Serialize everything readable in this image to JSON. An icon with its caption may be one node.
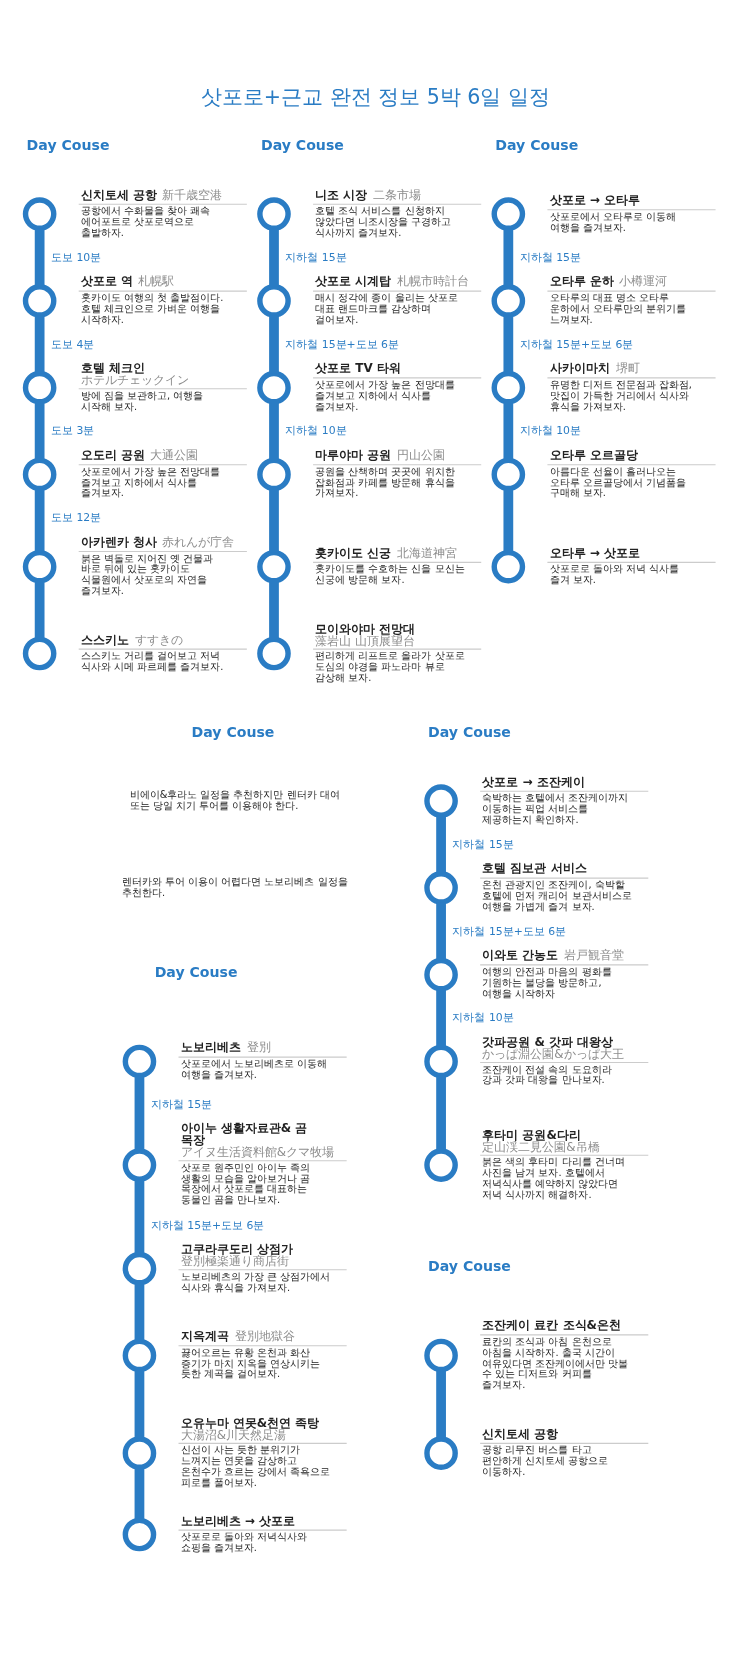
{
  "diagram": {
    "title": "삿포로+근교 완전 정보 5박 6일 일정",
    "nodes": [
      {
        "text": [],
        "shape": "circle",
        "beside": [
          "신치토세 공항",
          "新千歳空港",
          "공항에서 수화물을 찾아 쾌속 에어포트로 삿포로역으로 출발하자."
        ]
      },
      {
        "text": [],
        "shape": "circle",
        "beside": [
          "삿포로 역",
          "札幌駅",
          "홋카이도 여행의 첫 출발점이다. 호텔 체크인으로 가벼운 여행을 시작하자."
        ]
      },
      {
        "text": [],
        "shape": "circle",
        "beside": [
          "호텔 체크인",
          "ホテルチェックイン",
          "방에 짐을 보관하고, 여행을 시작해 보자."
        ]
      },
      {
        "text": [],
        "shape": "circle",
        "beside": [
          "오도리 공원",
          "大通公園",
          "삿포로에서 가장 높은 전망대를 즐겨보고 지하에서 식사를 즐겨보자."
        ]
      },
      {
        "text": [],
        "shape": "circle",
        "beside": [
          "아카렌카 청사",
          "赤れんが庁舎",
          "붉은 벽돌로 지어진 옛 건물과 바로 뒤에 있는 홋카이도 식물원에서 삿포로의 자연을 즐겨보자."
        ]
      },
      {
        "text": [],
        "shape": "circle",
        "beside": [
          "스스키노",
          "すすきの",
          "스스키노 거리를 걸어보고 저녁 식사와 시메 파르페를 즐겨보자."
        ]
      },
      {
        "text": [],
        "shape": "circle",
        "beside": [
          "니조 시장",
          "二条市場",
          "호텔 조식 서비스를 신청하지 않았다면 니조시장을 구경하고 식사까지 즐겨보자."
        ]
      },
      {
        "text": [],
        "shape": "circle",
        "beside": [
          "삿포로 시계탑",
          "札幌市時計台",
          "매시 정각에 종이 울리는 삿포로 대표 랜드마크를 감상하며 걸어보자."
        ]
      },
      {
        "text": [],
        "shape": "circle",
        "beside": [
          "삿포로 TV 타워",
          "삿포로에서 가장 높은 전망대를 즐겨보고 지하에서 식사를 즐겨보자."
        ]
      },
      {
        "text": [],
        "shape": "circle",
        "beside": [
          "마루야마 공원",
          "円山公園",
          "공원을 산책하며 곳곳에 위치한 잡화점과 카페를 방문해 휴식을 가져보자."
        ]
      },
      {
        "text": [],
        "shape": "circle",
        "beside": [
          "홋카이도 신궁",
          "北海道神宮",
          "홋카이도를 수호하는 신을 모신는 신궁에 방문해 보자."
        ]
      },
      {
        "text": [],
        "shape": "circle",
        "beside": [
          "모이와야마 전망대",
          "藻岩山 山頂展望台",
          "편리하게 리프트로 올라가 삿포로 도심의 야경을 파노라마 뷰로 감상해 보자."
        ]
      },
      {
        "text": [],
        "shape": "circle",
        "beside": [
          "삿포로 → 오타루",
          "삿포로에서 오타루로 이동해 여행을 즐겨보자."
        ]
      },
      {
        "text": [],
        "shape": "circle",
        "beside": [
          "오타루 운하",
          "小樽運河",
          "오타루의 대표 명소 오타루 운하에서 오타루만의 분위기를 느껴보자."
        ]
      },
      {
        "text": [],
        "shape": "circle",
        "beside": [
          "사카이마치",
          "堺町",
          "유명한 디저트 전문점과 잡화점, 맛집이 가득한 거리에서 식사와 휴식을 가져보자."
        ]
      },
      {
        "text": [],
        "shape": "circle",
        "beside": [
          "오타루 오르골당",
          "아름다운 선율이 흘러나오는 오타루 오르골당에서 기념품을 구매해 보자."
        ]
      },
      {
        "text": [],
        "shape": "circle",
        "beside": [
          "오타루 → 삿포로",
          "삿포로로 돌아와 저녁 식사를 즐겨 보자."
        ]
      },
      {
        "text": [],
        "shape": "circle",
        "beside": [
          "노보리베츠",
          "登別",
          "삿포로에서 노보리베츠로 이동해 여행을 즐겨보자."
        ]
      },
      {
        "text": [],
        "shape": "circle",
        "beside": [
          "아이누 생활자료관& 곰 목장",
          "アイヌ生活資料館&クマ牧場",
          "삿포로 원주민인 아이누 족의 생활의 모습을 알아보거나 곰 목장에서 삿포로를 대표하는 동물인 곰을 만나보자."
        ]
      },
      {
        "text": [],
        "shape": "circle",
        "beside": [
          "고쿠라쿠도리 상점가",
          "登別極楽通り商店街",
          "노보리베츠의 가장 큰 상점가에서 식사와 휴식을 가져보자."
        ]
      },
      {
        "text": [],
        "shape": "circle",
        "beside": [
          "지옥계곡",
          "登別地獄谷",
          "끓어오르는 유황 온천과 화산 증기가 마치 지옥을 연상시키는 듯한 계곡을 걸어보자."
        ]
      },
      {
        "text": [],
        "shape": "circle",
        "beside": [
          "오유누마 연못&천연 족탕",
          "大湯沼&川天然足湯",
          "신선이 사는 듯한 분위기가 느껴지는 연못을 감상하고 온천수가 흐르는 강에서 족욕으로 피로를 풀어보자."
        ]
      },
      {
        "text": [],
        "shape": "circle",
        "beside": [
          "노보리베츠 → 삿포로",
          "삿포로로 돌아와 저녁식사와 쇼핑을 즐겨보자."
        ]
      },
      {
        "text": [],
        "shape": "circle",
        "beside": [
          "삿포로 → 조잔케이",
          "숙박하는 호텔에서 조잔케이까지 이동하는 픽업 서비스를 제공하는지 확인하자."
        ]
      },
      {
        "text": [],
        "shape": "circle",
        "beside": [
          "호텔 짐보관 서비스",
          "온천 관광지인 조잔케이, 숙박할 호텔에 먼저 캐리어 보관서비스로 여행을 가볍게 즐겨 보자."
        ]
      },
      {
        "text": [],
        "shape": "circle",
        "beside": [
          "이와토 간농도",
          "岩戸観音堂",
          "여행의 안전과 마음의 평화를 기원하는 불당을 방문하고, 여행을 시작하자"
        ]
      },
      {
        "text": [],
        "shape": "circle",
        "beside": [
          "갓파공원 & 갓파 대왕상",
          "かっぱ淵公園&かっぱ大王",
          "조잔케이 전설 속의 도요히라 강과 갓파 대왕을 만나보자."
        ]
      },
      {
        "text": [],
        "shape": "circle",
        "beside": [
          "후타미 공원&다리",
          "定山渓二見公園&吊橋",
          "붉은 색의 후타미 다리를 건너며 사진을 남겨 보자. 호텔에서 저녁식사를 예약하지 않았다면 저녁 식사까지 해결하자."
        ]
      },
      {
        "text": [],
        "shape": "circle",
        "beside": [
          "조잔케이 료칸 조식&온천",
          "료칸의 조식과 아침 온천으로 아침을 시작하자. 출국 시간이 여유있다면 조잔케이에서만 맛볼 수 있는 디저트와 커피를 즐겨보자."
        ]
      },
      {
        "text": [],
        "shape": "circle",
        "beside": [
          "신치토세 공항",
          "공항 리무진 버스를 타고 편안하게 신치토세 공항으로 이동하자."
        ]
      }
    ],
    "edges": [
      {
        "from": 0,
        "to": 1,
        "arrow": "none",
        "label": "도보 10분"
      },
      {
        "from": 1,
        "to": 2,
        "arrow": "none",
        "label": "도보 4분"
      },
      {
        "from": 2,
        "to": 3,
        "arrow": "none",
        "label": "도보 3분"
      },
      {
        "from": 3,
        "to": 4,
        "arrow": "none",
        "label": "도보 12분"
      },
      {
        "from": 4,
        "to": 5,
        "arrow": "none"
      },
      {
        "from": 6,
        "to": 7,
        "arrow": "none",
        "label": "지하철 15분"
      },
      {
        "from": 7,
        "to": 8,
        "arrow": "none",
        "label": "지하철 15분+도보 6분"
      },
      {
        "from": 8,
        "to": 9,
        "arrow": "none",
        "label": "지하철 10분"
      },
      {
        "from": 9,
        "to": 10,
        "arrow": "none"
      },
      {
        "from": 10,
        "to": 11,
        "arrow": "none"
      },
      {
        "from": 12,
        "to": 13,
        "arrow": "none",
        "label": "지하철 15분"
      },
      {
        "from": 13,
        "to": 14,
        "arrow": "none",
        "label": "지하철 15분+도보 6분"
      },
      {
        "from": 14,
        "to": 15,
        "arrow": "none",
        "label": "지하철 10분"
      },
      {
        "from": 15,
        "to": 16,
        "arrow": "none"
      },
      {
        "from": 17,
        "to": 18,
        "arrow": "none",
        "label": "지하철 15분"
      },
      {
        "from": 18,
        "to": 19,
        "arrow": "none",
        "label": "지하철 15분+도보 6분"
      },
      {
        "from": 19,
        "to": 20,
        "arrow": "none"
      },
      {
        "from": 20,
        "to": 21,
        "arrow": "none"
      },
      {
        "from": 21,
        "to": 22,
        "arrow": "none"
      },
      {
        "from": 23,
        "to": 24,
        "arrow": "none",
        "label": "지하철 15분"
      },
      {
        "from": 24,
        "to": 25,
        "arrow": "none",
        "label": "지하철 15분+도보 6분"
      },
      {
        "from": 25,
        "to": 26,
        "arrow": "none",
        "label": "지하철 10분"
      },
      {
        "from": 26,
        "to": 27,
        "arrow": "none"
      },
      {
        "from": 28,
        "to": 29,
        "arrow": "none"
      }
    ],
    "labels": [
      "Day Couse",
      "Day Couse",
      "Day Couse",
      "Day Couse",
      "Day Couse",
      "비에이&후라노 일정을 추천하지만 렌터카 대여 또는 당일 치기 투어를 이용해야 한다.",
      "렌터카와 투어 이용이 어렵다면 노보리베츠 일정을 추천한다.",
      "Day Couse",
      "Day Couse"
    ]
  }
}
